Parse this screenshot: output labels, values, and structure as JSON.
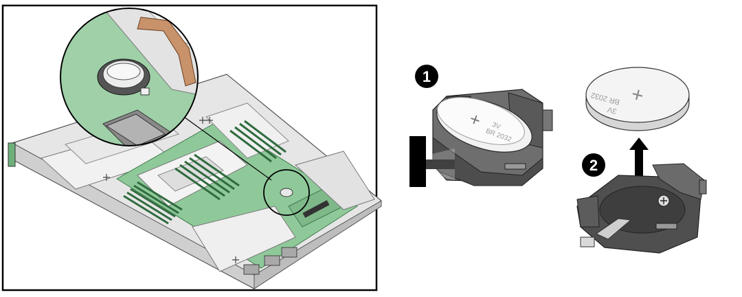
{
  "figure": {
    "panel_left": "server-cutaway-with-battery-detail",
    "panel_right": "battery-removal-steps"
  },
  "steps": [
    {
      "number": "1"
    },
    {
      "number": "2"
    }
  ],
  "battery": {
    "voltage": "3V",
    "model": "BR 2032",
    "symbol": "+"
  },
  "colors": {
    "board_green": "#8fc99a",
    "board_green_dark": "#5fa56f",
    "chassis_gray": "#dcdcdc",
    "chassis_dark": "#9a9a9a",
    "holder_dark": "#4a4a4a",
    "holder_mid": "#6e6e6e",
    "battery_silver": "#eeeeee",
    "badge_black": "#000000",
    "frame_black": "#000000",
    "copper": "#c8926a"
  }
}
